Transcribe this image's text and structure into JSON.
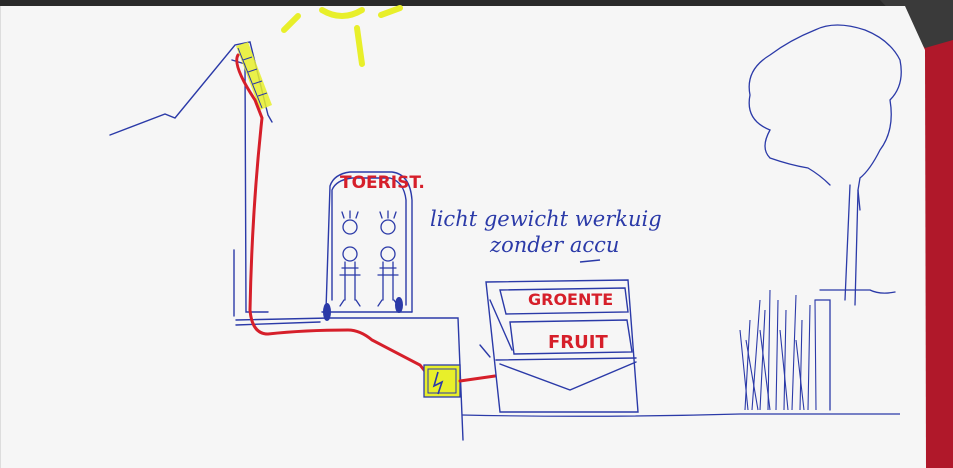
{
  "labels": {
    "top": "TOERIST.",
    "note_line1": "licht gewicht werkuig",
    "note_line2": "zonder accu",
    "crate_top": "GROENTE",
    "crate_bottom": "FRUIT"
  },
  "colors": {
    "paper": "#f6f6f6",
    "ink_blue": "#2b3aa8",
    "ink_red": "#d61f2a",
    "highlighter_yellow": "#e8ef2a",
    "background_left": "#2a2a2a",
    "background_right": "#b0182a"
  }
}
